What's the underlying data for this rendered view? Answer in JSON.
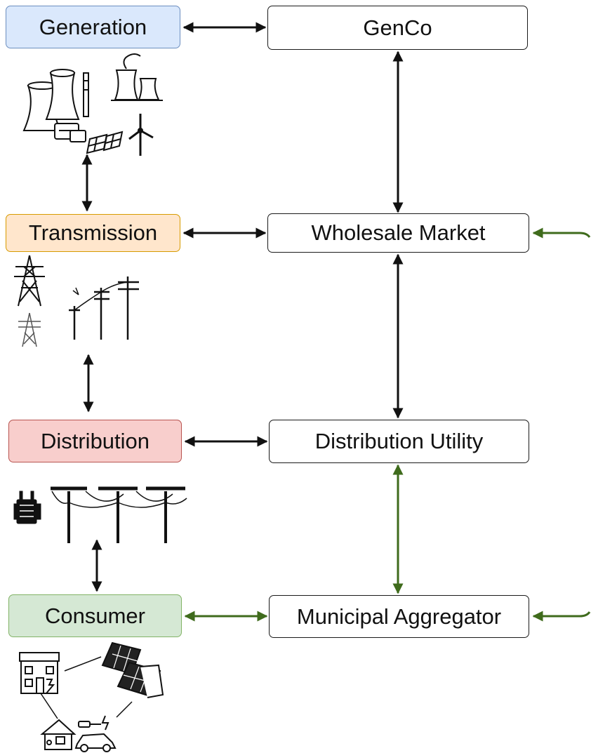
{
  "left_nodes": {
    "generation": {
      "label": "Generation",
      "fill": "#dae8fc",
      "stroke": "#6c8ebf"
    },
    "transmission": {
      "label": "Transmission",
      "fill": "#ffe6cc",
      "stroke": "#d79b00"
    },
    "distribution": {
      "label": "Distribution",
      "fill": "#f8cecc",
      "stroke": "#b85450"
    },
    "consumer": {
      "label": "Consumer",
      "fill": "#d5e8d4",
      "stroke": "#82b366"
    }
  },
  "right_nodes": {
    "genco": {
      "label": "GenCo"
    },
    "wholesale_market": {
      "label": "Wholesale Market"
    },
    "distribution_utility": {
      "label": "Distribution Utility"
    },
    "municipal_aggregator": {
      "label": "Municipal Aggregator"
    }
  },
  "colors": {
    "black_arrow": "#111111",
    "green_arrow": "#3f6b1c"
  },
  "icon_groups": {
    "generation": [
      "cooling-tower-icon",
      "power-plant-icon",
      "solar-panel-icon",
      "wind-turbine-icon"
    ],
    "transmission": [
      "transmission-tower-icon",
      "utility-pole-icon"
    ],
    "distribution": [
      "transformer-icon",
      "distribution-pole-icon"
    ],
    "consumer": [
      "building-icon",
      "solar-panel-icon",
      "house-icon",
      "electric-car-icon"
    ]
  }
}
